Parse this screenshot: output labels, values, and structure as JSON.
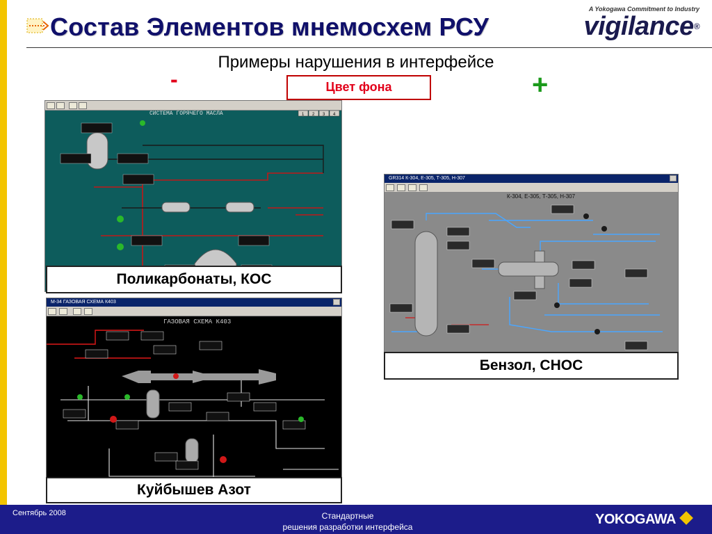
{
  "header": {
    "title": "Состав Элементов мнемосхем РСУ",
    "brand_tagline": "A Yokogawa Commitment to Industry",
    "brand_word": "vigilance",
    "brand_reg": "®"
  },
  "subtitle": "Примеры нарушения в интерфейсе",
  "minus_sign": "-",
  "plus_sign": "+",
  "focus_label": "Цвет фона",
  "screens": [
    {
      "name": "teal",
      "caption": "Поликарбонаты, КОС",
      "screen_title": "СИСТЕМА ГОРЯЧЕГО МАСЛА",
      "tabs": [
        "1",
        "2",
        "3",
        "4"
      ],
      "colors": {
        "background": "#0d5c5c"
      }
    },
    {
      "name": "black",
      "caption": "Куйбышев Азот",
      "window_title": "М-34 ГАЗОВАЯ СХЕМА К403",
      "screen_title": "ГАЗОВАЯ СХЕМА К403",
      "colors": {
        "background": "#000000"
      }
    },
    {
      "name": "grey",
      "caption": "Бензол, СНОС",
      "window_title": "GR314 К-304, Е-305, Т-305, Н-307",
      "screen_title": "К-304, Е-305, Т-305, Н-307",
      "colors": {
        "background": "#8a8a8a"
      }
    }
  ],
  "footer": {
    "date": "Сентябрь 2008",
    "line1": "Стандартные",
    "line2": "решения разработки интерфейса",
    "logo": "YOKOGAWA"
  },
  "colors": {
    "accent_bar": "#f3c400",
    "footer_bg": "#1c1c8a",
    "title_color": "#10106a",
    "minus_color": "#e2001a",
    "plus_color": "#1b9a1b"
  }
}
